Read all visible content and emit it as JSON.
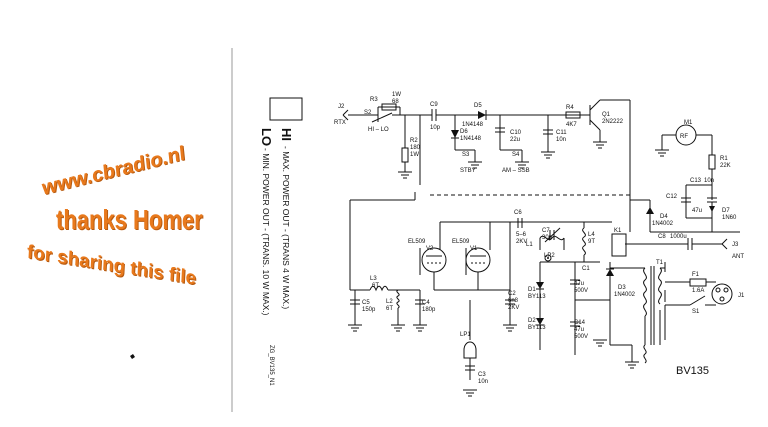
{
  "watermark": {
    "line1": "www.cbradio.nl",
    "line2": "thanks Homer",
    "line3": "for sharing this file"
  },
  "legend": {
    "hi_label": "HI",
    "hi_text": "- MAX. POWER OUT - (TRANS 4 W MAX.)",
    "lo_label": "LO",
    "lo_text": "- MIN. POWER OUT - (TRANS. 10 W MAX.)",
    "ref": "ZG_BV135_N1"
  },
  "title": "BV135",
  "components": {
    "J2": "J2",
    "RTX": "RTX",
    "R3": "R3",
    "R3v": "1W",
    "R3v2": "68",
    "S2": "S2",
    "HILO": "HI – LO",
    "R2": "R2",
    "R2v": "180",
    "R2v2": "1W",
    "C9": "C9",
    "C9v": "10p",
    "D5": "D5",
    "D5v": "1N4148",
    "D6": "D6",
    "D6v": "1N4148",
    "C10": "C10",
    "C10v": "22u",
    "C11": "C11",
    "C11v": "10n",
    "S3": "S3",
    "S3v": "STBY",
    "S4": "S4",
    "S4v": "AM – SSB",
    "R4": "R4",
    "R4v": "4K7",
    "Q1": "Q1",
    "Q1v": "2N2222",
    "M1": "M1",
    "RF": "RF",
    "R1": "R1",
    "R1v": "22K",
    "C13": "C13",
    "C13v": "10n",
    "C12": "C12",
    "C12v": "47u",
    "D4": "D4",
    "D4v": "1N4002",
    "D7": "D7",
    "D7v": "1N60",
    "C6": "C6",
    "C6v1": "5–6",
    "C6v2": "2KV",
    "V2": "EL509",
    "V2n": "V2",
    "V1": "EL509",
    "V1n": "V1",
    "C7": "C7",
    "C7v": "30p",
    "L4": "L4",
    "L4v": "9T",
    "L1": "L1",
    "LP2": "LP2",
    "K1": "K1",
    "C8": "C8",
    "C8v": "1000u",
    "J3": "J3",
    "ANT": "ANT",
    "L3": "L3",
    "L3v": "6T",
    "C5": "C5",
    "C5v": "150p",
    "L2": "L2",
    "L2v": "6T",
    "C4": "C4",
    "C4v": "180p",
    "C2": "C2",
    "C2v1": "6n8",
    "C2v2": "2KV",
    "D1": "D1",
    "D1v": "BY113",
    "D2": "D2",
    "D2v": "BY113",
    "C1": "C1",
    "C1v1": "47u",
    "C1v2": "500V",
    "C14": "C14",
    "C14v1": "47u",
    "C14v2": "500V",
    "D3": "D3",
    "D3v": "1N4002",
    "T1": "T1",
    "F1": "F1",
    "F1v": "1.6A",
    "S1": "S1",
    "J1": "J1",
    "LP1": "LP1",
    "C3": "C3",
    "C3v": "10n"
  }
}
